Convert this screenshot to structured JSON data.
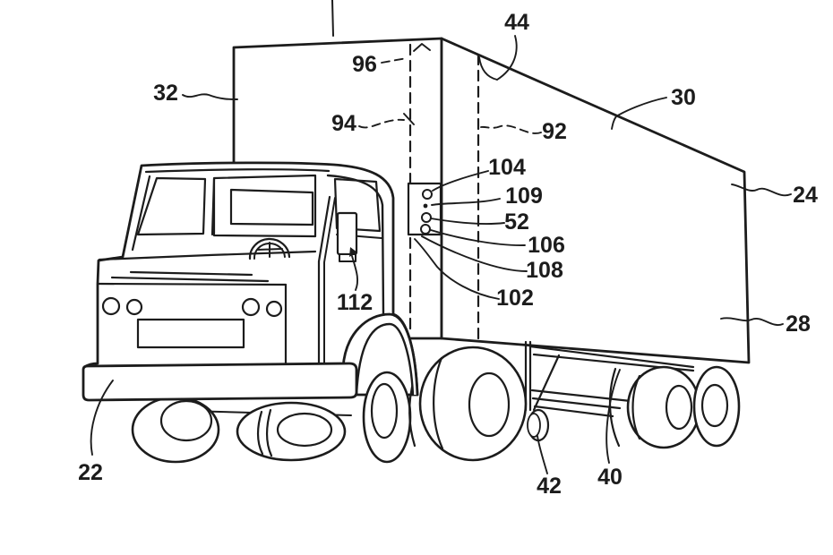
{
  "figure": {
    "type": "patent-line-drawing",
    "subject": "Semi-trailer truck: tractor cab towing a box trailer with front indicator panel, hidden compartment boundary lines, landing gear and wheel assemblies",
    "background_color": "#ffffff",
    "line_color": "#1c1c1c",
    "labels": {
      "l22": {
        "text": "22",
        "points_to": "tractor front bumper",
        "leader": "solid"
      },
      "l24": {
        "text": "24",
        "points_to": "trailer side wall rear",
        "leader": "solid"
      },
      "l28": {
        "text": "28",
        "points_to": "trailer side wall lower",
        "leader": "solid"
      },
      "l30": {
        "text": "30",
        "points_to": "trailer top edge",
        "leader": "solid"
      },
      "l32": {
        "text": "32",
        "points_to": "trailer front wall",
        "leader": "solid"
      },
      "l40": {
        "text": "40",
        "points_to": "trailer underside frame rails",
        "leader": "solid"
      },
      "l42": {
        "text": "42",
        "points_to": "landing gear wheel",
        "leader": "solid"
      },
      "l44": {
        "text": "44",
        "points_to": "front compartment top region",
        "leader": "solid"
      },
      "l52": {
        "text": "52",
        "points_to": "panel indicator port",
        "leader": "solid"
      },
      "l92": {
        "text": "92",
        "points_to": "hidden boundary line on side wall",
        "leader": "dashed"
      },
      "l94": {
        "text": "94",
        "points_to": "hidden boundary line on front wall",
        "leader": "dashed"
      },
      "l96": {
        "text": "96",
        "points_to": "hidden boundary line upper end",
        "leader": "dashed"
      },
      "l102": {
        "text": "102",
        "points_to": "panel housing lower corner",
        "leader": "solid"
      },
      "l104": {
        "text": "104",
        "points_to": "panel upper port",
        "leader": "solid"
      },
      "l106": {
        "text": "106",
        "points_to": "panel lower port",
        "leader": "solid"
      },
      "l108": {
        "text": "108",
        "points_to": "panel housing bottom",
        "leader": "solid"
      },
      "l109": {
        "text": "109",
        "points_to": "panel small indicator dot",
        "leader": "solid"
      },
      "l112": {
        "text": "112",
        "points_to": "device mounted on cab door",
        "leader": "solid-arrow"
      }
    }
  }
}
